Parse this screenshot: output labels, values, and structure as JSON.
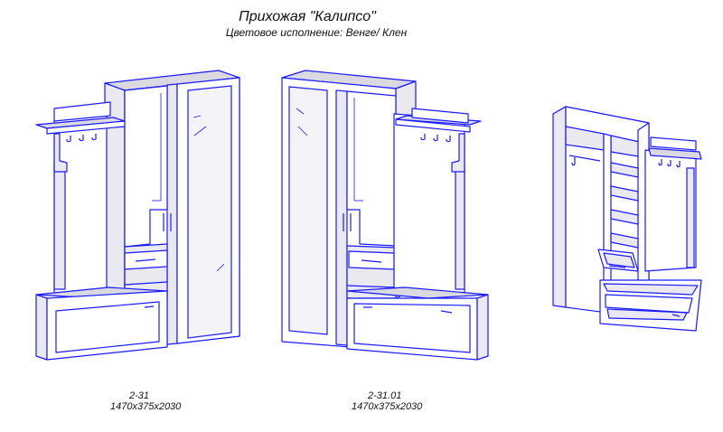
{
  "header": {
    "title": "Прихожая \"Калипсо\"",
    "subtitle": "Цветовое исполнение: Венге/ Клен"
  },
  "products": [
    {
      "code": "2-31",
      "dimensions": "1470x375x2030"
    },
    {
      "code": "2-31.01",
      "dimensions": "1470x375x2030"
    }
  ],
  "colors": {
    "line": "#1a1aff",
    "panel": "#e9e9ef",
    "background": "#ffffff"
  }
}
